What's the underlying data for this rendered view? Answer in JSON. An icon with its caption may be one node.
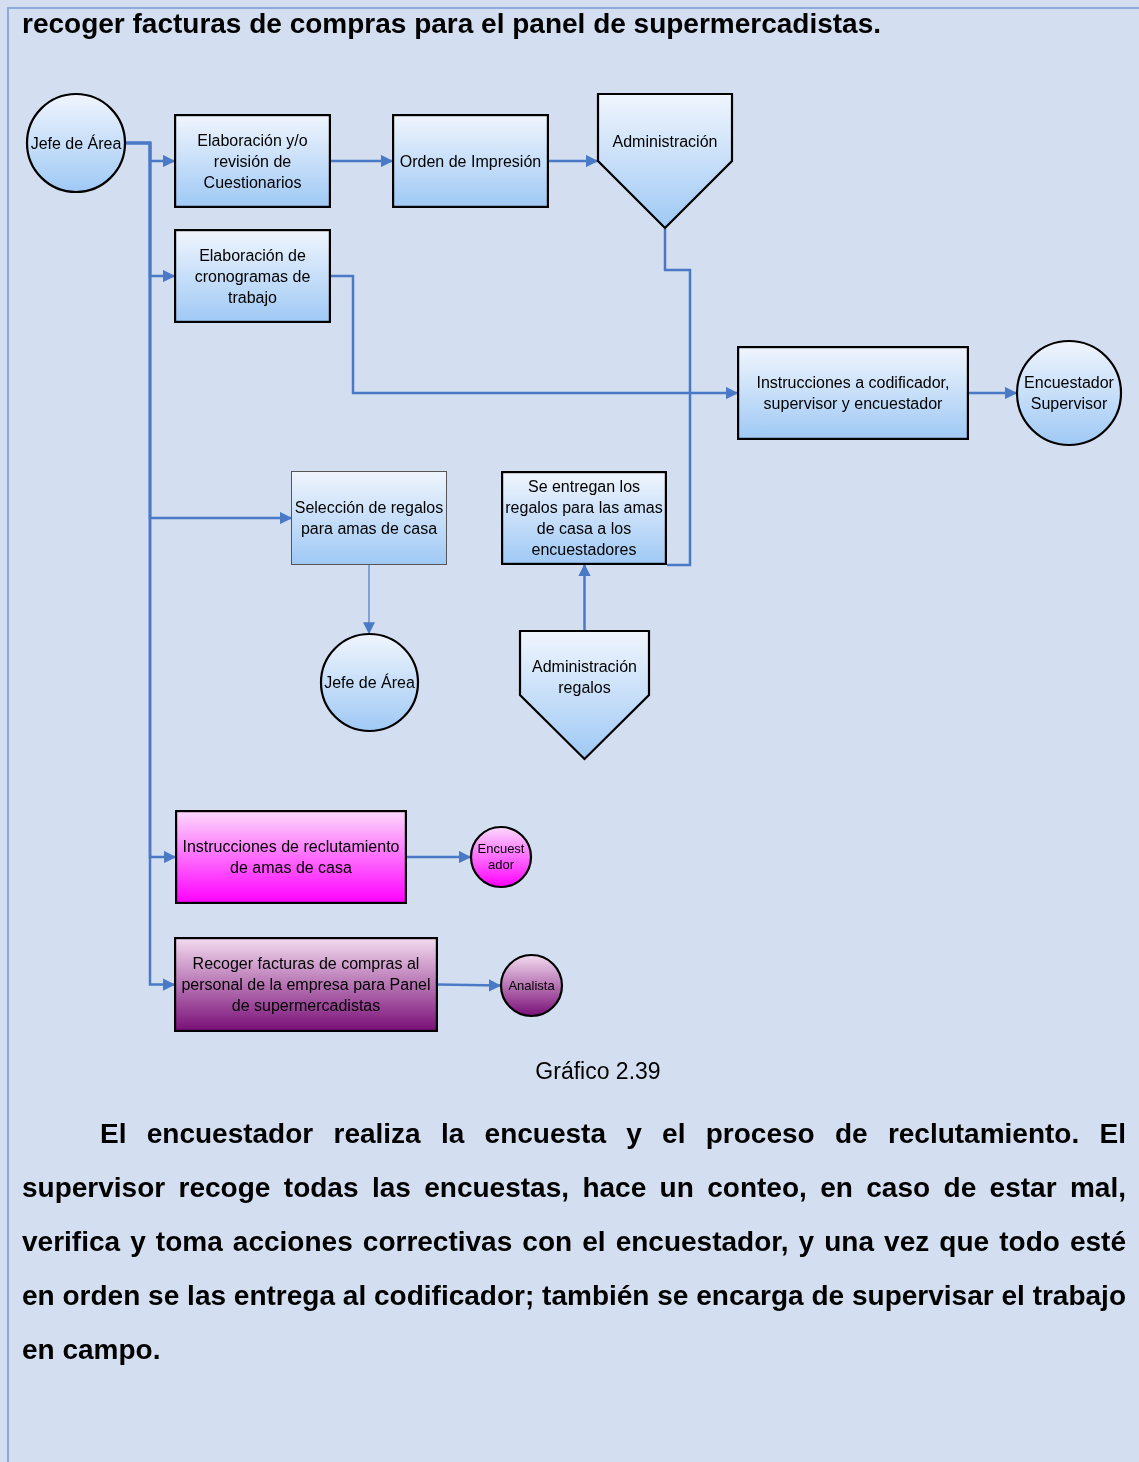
{
  "diagram": {
    "title": "recoger facturas de compras para el panel de supermercadistas.",
    "caption": "Gráfico 2.39",
    "nodes": [
      {
        "text": [
          "Jefe de Área"
        ]
      },
      {
        "text": [
          "Elaboración y/o revisión de Cuestionarios"
        ]
      },
      {
        "text": [
          "Orden de Impresión"
        ]
      },
      {
        "text": [
          "Administración"
        ]
      },
      {
        "text": [
          "Elaboración de cronogramas de trabajo"
        ]
      },
      {
        "text": [
          "Instrucciones a  codificador, supervisor y encuestador"
        ]
      },
      {
        "text": [
          "Encuestador Supervisor"
        ]
      },
      {
        "text": [
          "Selección de regalos para amas de casa"
        ]
      },
      {
        "text": [
          "Se entregan los regalos para las amas de casa a los encuestadores"
        ]
      },
      {
        "text": [
          "Jefe de Área"
        ]
      },
      {
        "text": [
          "Administración regalos"
        ]
      },
      {
        "text": [
          "Instrucciones de reclutamiento de amas de casa"
        ]
      },
      {
        "text": [
          "Encuestador"
        ]
      },
      {
        "text": [
          "Recoger facturas de compras al personal de la empresa para Panel de supermercadistas"
        ]
      },
      {
        "text": [
          "Analista"
        ]
      }
    ],
    "edges": [
      {
        "from": 0,
        "to": 1,
        "arrow": "to"
      },
      {
        "from": 0,
        "to": 4,
        "arrow": "to"
      },
      {
        "from": 0,
        "to": 7,
        "arrow": "to"
      },
      {
        "from": 0,
        "to": 11,
        "arrow": "to"
      },
      {
        "from": 0,
        "to": 13,
        "arrow": "to"
      },
      {
        "from": 1,
        "to": 2,
        "arrow": "to"
      },
      {
        "from": 2,
        "to": 3,
        "arrow": "to"
      },
      {
        "from": 3,
        "to": 8,
        "arrow": "none"
      },
      {
        "from": 4,
        "to": 5,
        "arrow": "to"
      },
      {
        "from": 5,
        "to": 6,
        "arrow": "to"
      },
      {
        "from": 7,
        "to": 9,
        "arrow": "to"
      },
      {
        "from": 10,
        "to": 8,
        "arrow": "to"
      },
      {
        "from": 11,
        "to": 12,
        "arrow": "to"
      },
      {
        "from": 13,
        "to": 14,
        "arrow": "to"
      }
    ],
    "labels": [
      "El encuestador realiza la encuesta y  el proceso de reclutamiento. El supervisor recoge todas las encuestas, hace un conteo, en caso de estar mal, verifica y toma acciones correctivas con el encuestador, y una vez que todo esté en orden se las entrega al codificador; también se encarga de supervisar el trabajo en campo."
    ]
  }
}
